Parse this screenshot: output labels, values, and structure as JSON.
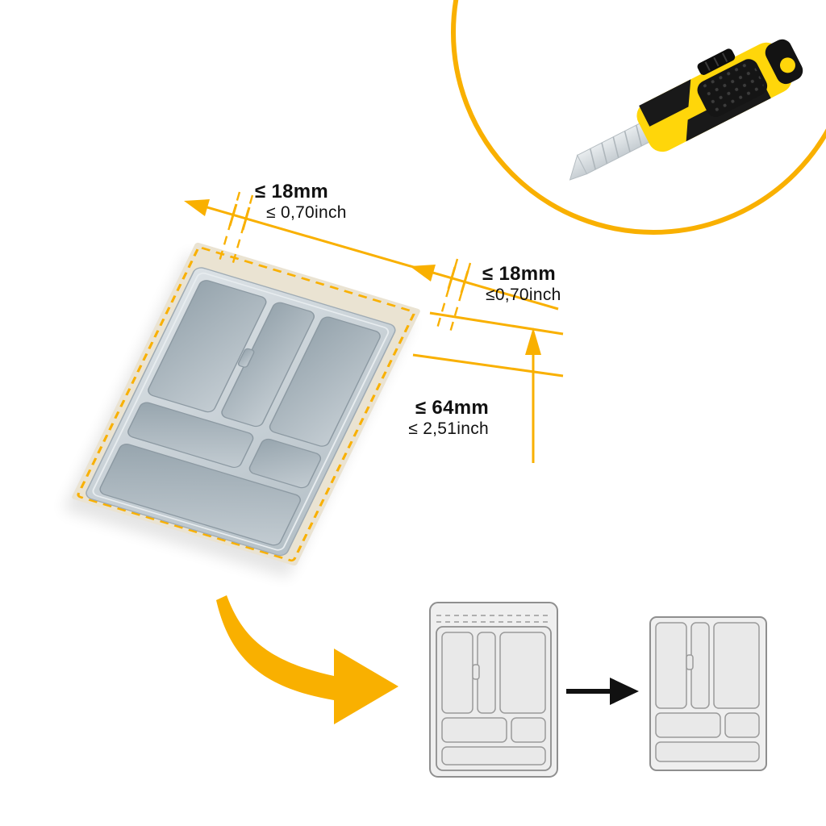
{
  "colors": {
    "accent": "#F9B000",
    "knife-yellow": "#FFD60A",
    "board-beige": "#EAE3D2",
    "tray-light": "#D5DCE1",
    "tray-deep": "#9FACB5",
    "ink": "#111111",
    "schematic-stroke": "#8F8F8F",
    "schematic-fill": "#EFEFEF"
  },
  "annotations": {
    "top_margin": {
      "mm": "≤ 18mm",
      "inch": "≤ 0,70inch"
    },
    "right_margin": {
      "mm": "≤ 18mm",
      "inch": "≤0,70inch"
    },
    "tray_depth": {
      "mm": "≤ 64mm",
      "inch": "≤ 2,51inch"
    }
  },
  "icons": {
    "knife": "utility-knife-icon",
    "curved_arrow": "curved-arrow-icon",
    "transition_arrow": "right-arrow-icon",
    "tray": "cutlery-tray-3d",
    "schematic_before": "tray-schematic-uncut",
    "schematic_after": "tray-schematic-cut"
  }
}
